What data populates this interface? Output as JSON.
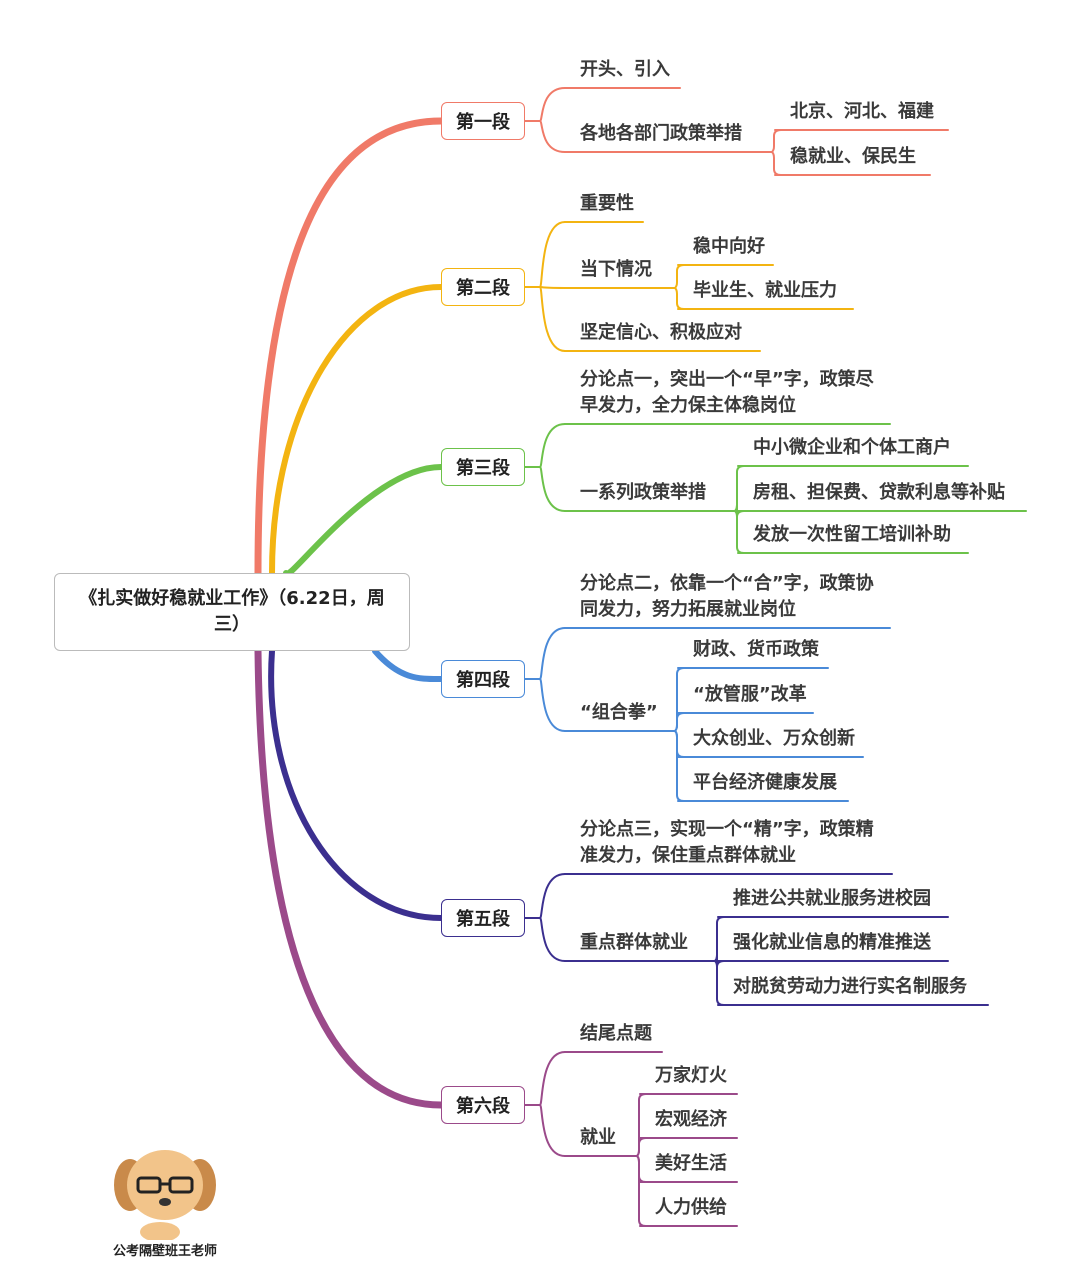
{
  "root": {
    "title": "《扎实做好稳就业工作》（6.22日，周三）"
  },
  "colors": [
    "#f07a68",
    "#f3b411",
    "#6cc24a",
    "#4a8ad8",
    "#3b2f8f",
    "#9b4a8a"
  ],
  "sections": [
    {
      "label": "第一段",
      "children": [
        {
          "label": "开头、引入"
        },
        {
          "label": "各地各部门政策举措",
          "children": [
            {
              "label": "北京、河北、福建"
            },
            {
              "label": "稳就业、保民生"
            }
          ]
        }
      ]
    },
    {
      "label": "第二段",
      "children": [
        {
          "label": "重要性"
        },
        {
          "label": "当下情况",
          "children": [
            {
              "label": "稳中向好"
            },
            {
              "label": "毕业生、就业压力"
            }
          ]
        },
        {
          "label": "坚定信心、积极应对"
        }
      ]
    },
    {
      "label": "第三段",
      "children": [
        {
          "label": "分论点一，突出一个“早”字，政策尽\n早发力，全力保主体稳岗位"
        },
        {
          "label": "一系列政策举措",
          "children": [
            {
              "label": "中小微企业和个体工商户"
            },
            {
              "label": "房租、担保费、贷款利息等补贴"
            },
            {
              "label": "发放一次性留工培训补助"
            }
          ]
        }
      ]
    },
    {
      "label": "第四段",
      "children": [
        {
          "label": "分论点二，依靠一个“合”字，政策协\n同发力，努力拓展就业岗位"
        },
        {
          "label": "“组合拳”",
          "children": [
            {
              "label": "财政、货币政策"
            },
            {
              "label": "“放管服”改革"
            },
            {
              "label": "大众创业、万众创新"
            },
            {
              "label": "平台经济健康发展"
            }
          ]
        }
      ]
    },
    {
      "label": "第五段",
      "children": [
        {
          "label": "分论点三，实现一个“精”字，政策精\n准发力，保住重点群体就业"
        },
        {
          "label": "重点群体就业",
          "children": [
            {
              "label": "推进公共就业服务进校园"
            },
            {
              "label": "强化就业信息的精准推送"
            },
            {
              "label": "对脱贫劳动力进行实名制服务"
            }
          ]
        }
      ]
    },
    {
      "label": "第六段",
      "children": [
        {
          "label": "结尾点题"
        },
        {
          "label": "就业",
          "children": [
            {
              "label": "万家灯火"
            },
            {
              "label": "宏观经济"
            },
            {
              "label": "美好生活"
            },
            {
              "label": "人力供给"
            }
          ]
        }
      ]
    }
  ],
  "watermark": {
    "text": "公考隔壁班王老师"
  }
}
